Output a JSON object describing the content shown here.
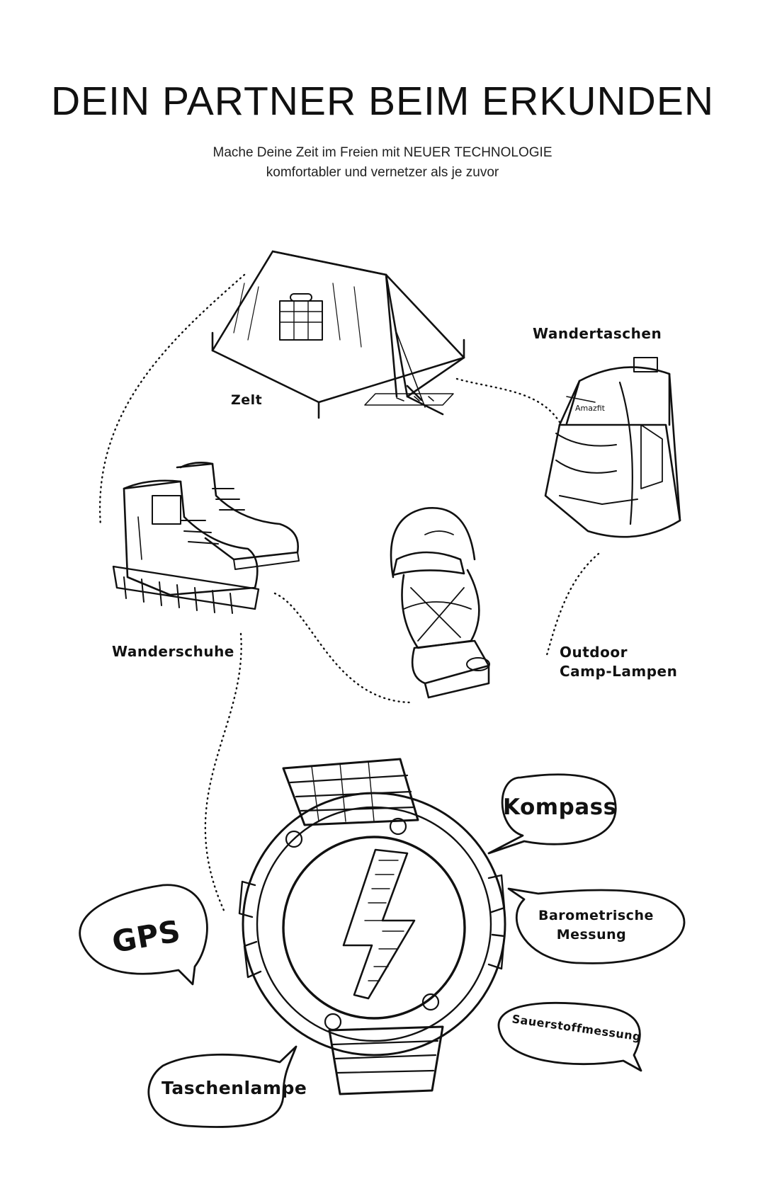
{
  "header": {
    "title": "DEIN PARTNER BEIM ERKUNDEN",
    "subtitle_line1": "Mache Deine Zeit im Freien mit NEUER TECHNOLOGIE",
    "subtitle_line2": "komfortabler und vernetzer als je zuvor"
  },
  "items": {
    "tent": "Zelt",
    "backpack": "Wandertaschen",
    "boots": "Wanderschuhe",
    "lamp_line1": "Outdoor",
    "lamp_line2": "Camp-Lampen"
  },
  "features": {
    "compass": "Kompass",
    "barometer_line1": "Barometrische",
    "barometer_line2": "Messung",
    "gps": "GPS",
    "oxygen": "Sauerstoffmessung",
    "flashlight": "Taschenlampe"
  },
  "tent_sign": "Amazfit",
  "colors": {
    "ink": "#111111",
    "background": "#ffffff"
  }
}
